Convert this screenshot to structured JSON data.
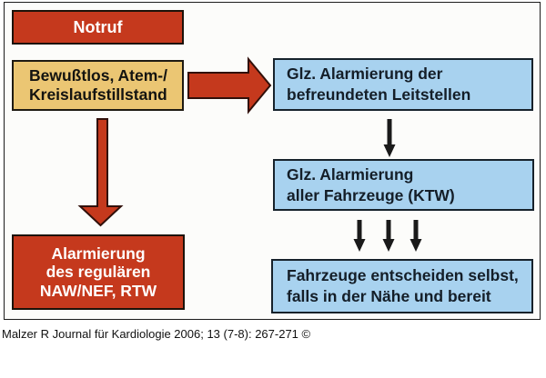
{
  "colors": {
    "box_red": "#c5391d",
    "box_tan": "#ebc673",
    "box_blue": "#a8d2ef",
    "arrow_red": "#c5391d",
    "arrow_dark": "#1a1a1a"
  },
  "nodes": {
    "notruf": {
      "label": "Notruf"
    },
    "condition": {
      "lines": [
        "Bewußtlos, Atem-/",
        "Kreislaufstillstand"
      ]
    },
    "leitstellen": {
      "lines": [
        "Glz. Alarmierung der",
        "befreundeten Leitstellen"
      ]
    },
    "alle_fahrzeuge": {
      "lines": [
        "Glz. Alarmierung",
        "aller Fahrzeuge (KTW)"
      ]
    },
    "entscheiden": {
      "lines": [
        "Fahrzeuge entscheiden selbst,",
        "falls in der Nähe und bereit"
      ]
    },
    "regulaer": {
      "lines": [
        "Alarmierung",
        "des regulären",
        "NAW/NEF, RTW"
      ]
    }
  },
  "caption": "Malzer R Journal für Kardiologie 2006; 13 (7-8): 267-271 ©"
}
